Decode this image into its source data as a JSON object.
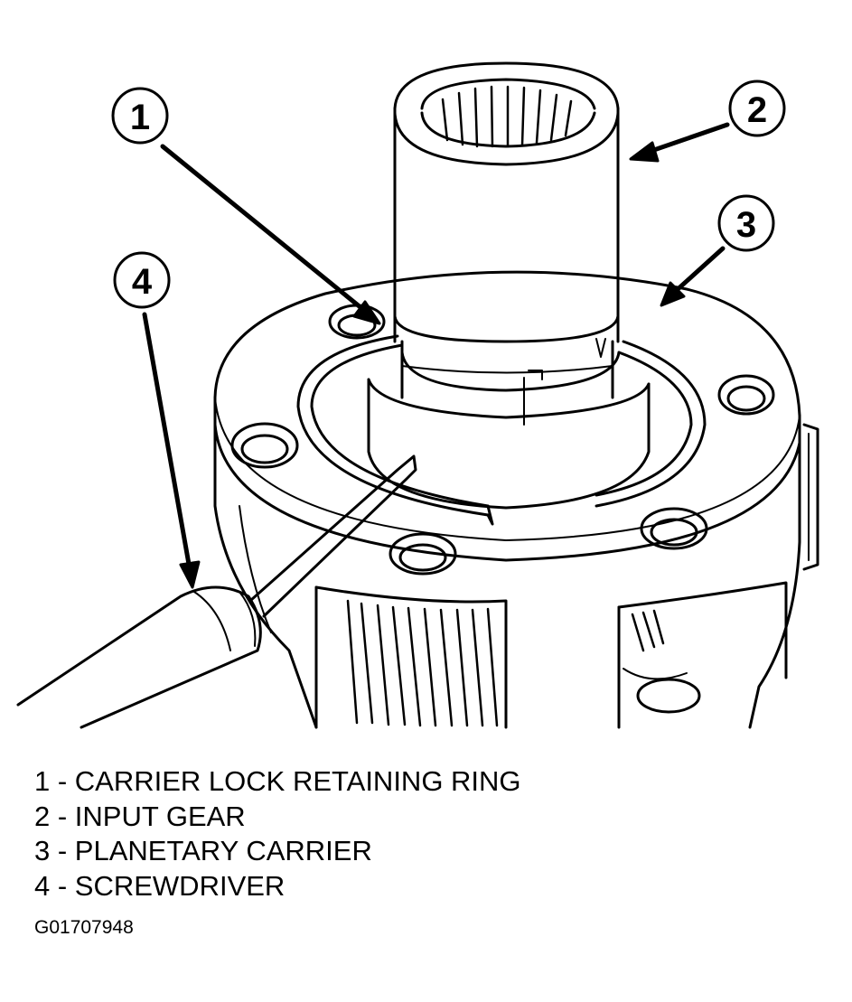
{
  "callouts": [
    {
      "number": "1",
      "label": "CARRIER LOCK RETAINING RING"
    },
    {
      "number": "2",
      "label": "INPUT GEAR"
    },
    {
      "number": "3",
      "label": "PLANETARY CARRIER"
    },
    {
      "number": "4",
      "label": "SCREWDRIVER"
    }
  ],
  "legend": [
    "1 - CARRIER LOCK RETAINING RING",
    "2 - INPUT GEAR",
    "3 - PLANETARY CARRIER",
    "4 - SCREWDRIVER"
  ],
  "figure_id": "G01707948",
  "colors": {
    "ink": "#000000",
    "paper": "#ffffff"
  }
}
